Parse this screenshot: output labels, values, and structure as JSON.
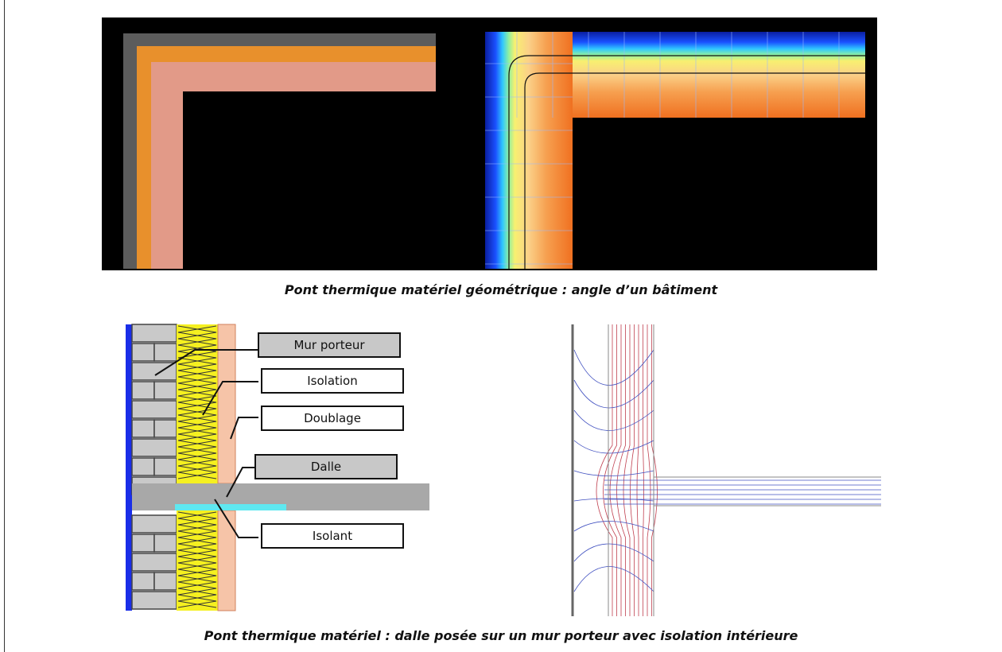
{
  "captions": {
    "top": "Pont thermique matériel géométrique : angle d’un bâtiment",
    "bottom": "Pont thermique matériel : dalle posée sur un mur porteur avec isolation intérieure"
  },
  "labels": {
    "mur_porteur": "Mur porteur",
    "isolation": "Isolation",
    "doublage": "Doublage",
    "dalle": "Dalle",
    "isolant": "Isolant"
  },
  "colors": {
    "outer_wall_gray": "#5c5c5c",
    "insulation_orange": "#e8902c",
    "doublage_pink": "#e29a88",
    "cold_blue": "#0a1ea0",
    "warm_orange": "#f07020",
    "isolant_cyan": "#5fe8f0",
    "wall_blue": "#1a2ee8",
    "isolation_yellow": "#f5f020",
    "dalle_gray": "#a8a8a8"
  }
}
